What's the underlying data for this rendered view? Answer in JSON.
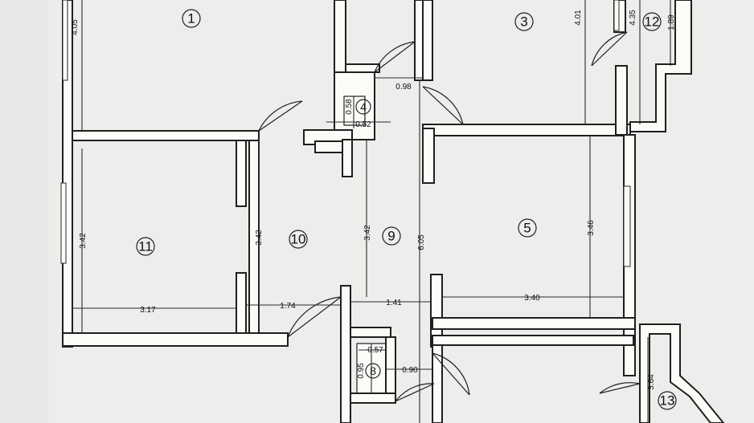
{
  "rooms": {
    "r1": "1",
    "r3": "3",
    "r4": "4",
    "r5": "5",
    "r8": "8",
    "r9": "9",
    "r10": "10",
    "r11": "11",
    "r12": "12",
    "r13": "13"
  },
  "dimensions": {
    "d_405": "4.05",
    "d_401": "4.01",
    "d_435": "4.35",
    "d_189": "1.89",
    "d_098": "0.98",
    "d_058": "0.58",
    "d_052": "0.52",
    "d_342_left": "3.42",
    "d_342_mid": "3.42",
    "d_342_hall": "3.42",
    "d_605": "6.05",
    "d_346": "3.46",
    "d_317": "3.17",
    "d_174": "1.74",
    "d_141": "1.41",
    "d_340": "3.40",
    "d_057": "0.57",
    "d_095": "0.95",
    "d_090": "0.90",
    "d_364": "3.64"
  },
  "colors": {
    "paper": "#e7e8e6",
    "wall_fill": "#fbfbf8",
    "ink": "#1f1f1f"
  }
}
